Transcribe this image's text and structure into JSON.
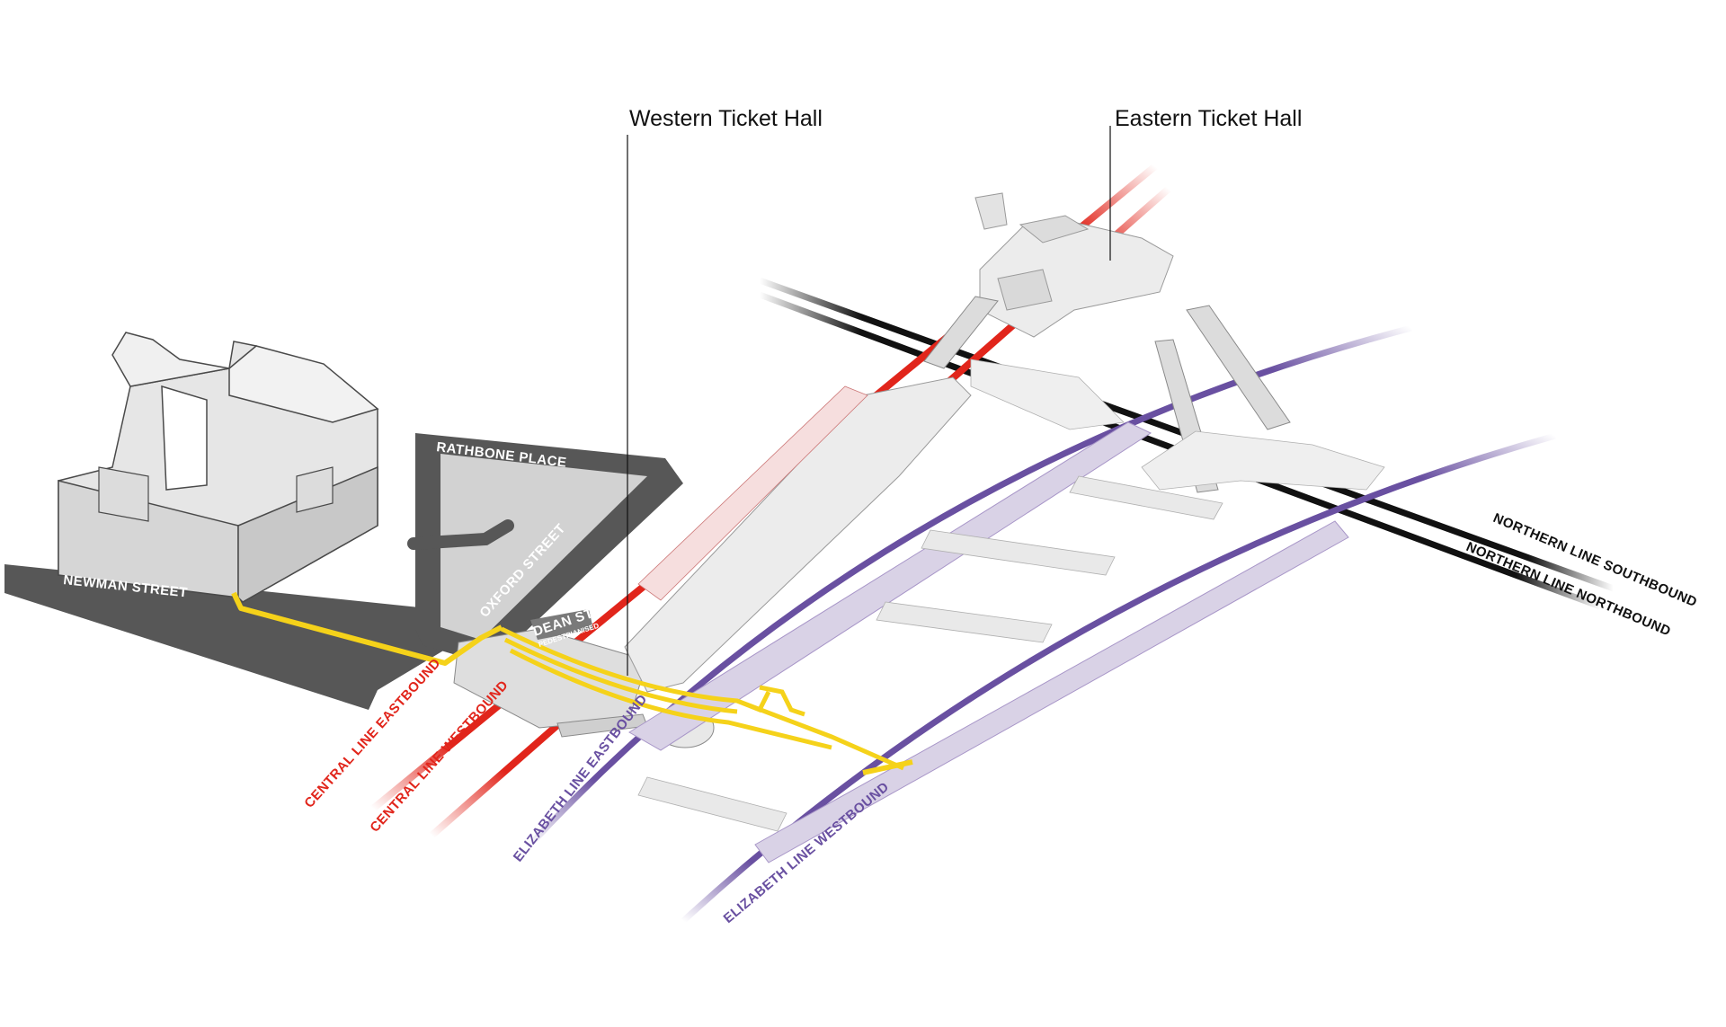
{
  "ticket_halls": {
    "western": "Western Ticket Hall",
    "eastern": "Eastern Ticket Hall"
  },
  "streets": {
    "rathbone_place": "RATHBONE PLACE",
    "oxford_street": "OXFORD STREET",
    "newman_street": "NEWMAN STREET",
    "dean_street": "DEAN ST.",
    "dean_street_note": "PEDESTRIANISED"
  },
  "lines": {
    "northern_southbound": "NORTHERN LINE SOUTHBOUND",
    "northern_northbound": "NORTHERN LINE NORTHBOUND",
    "central_eastbound": "CENTRAL LINE EASTBOUND",
    "central_westbound": "CENTRAL LINE WESTBOUND",
    "elizabeth_eastbound": "ELIZABETH LINE EASTBOUND",
    "elizabeth_westbound": "ELIZABETH LINE WESTBOUND"
  },
  "colors": {
    "central_line": "#e1251b",
    "northern_line": "#111111",
    "elizabeth_line": "#6950a1",
    "elizabeth_platform": "#d9d2e6",
    "route_highlight": "#f5d21a",
    "street": "#555555",
    "building": "#e3e3e3"
  },
  "icons": {
    "route": "yellow-step-free-route"
  }
}
